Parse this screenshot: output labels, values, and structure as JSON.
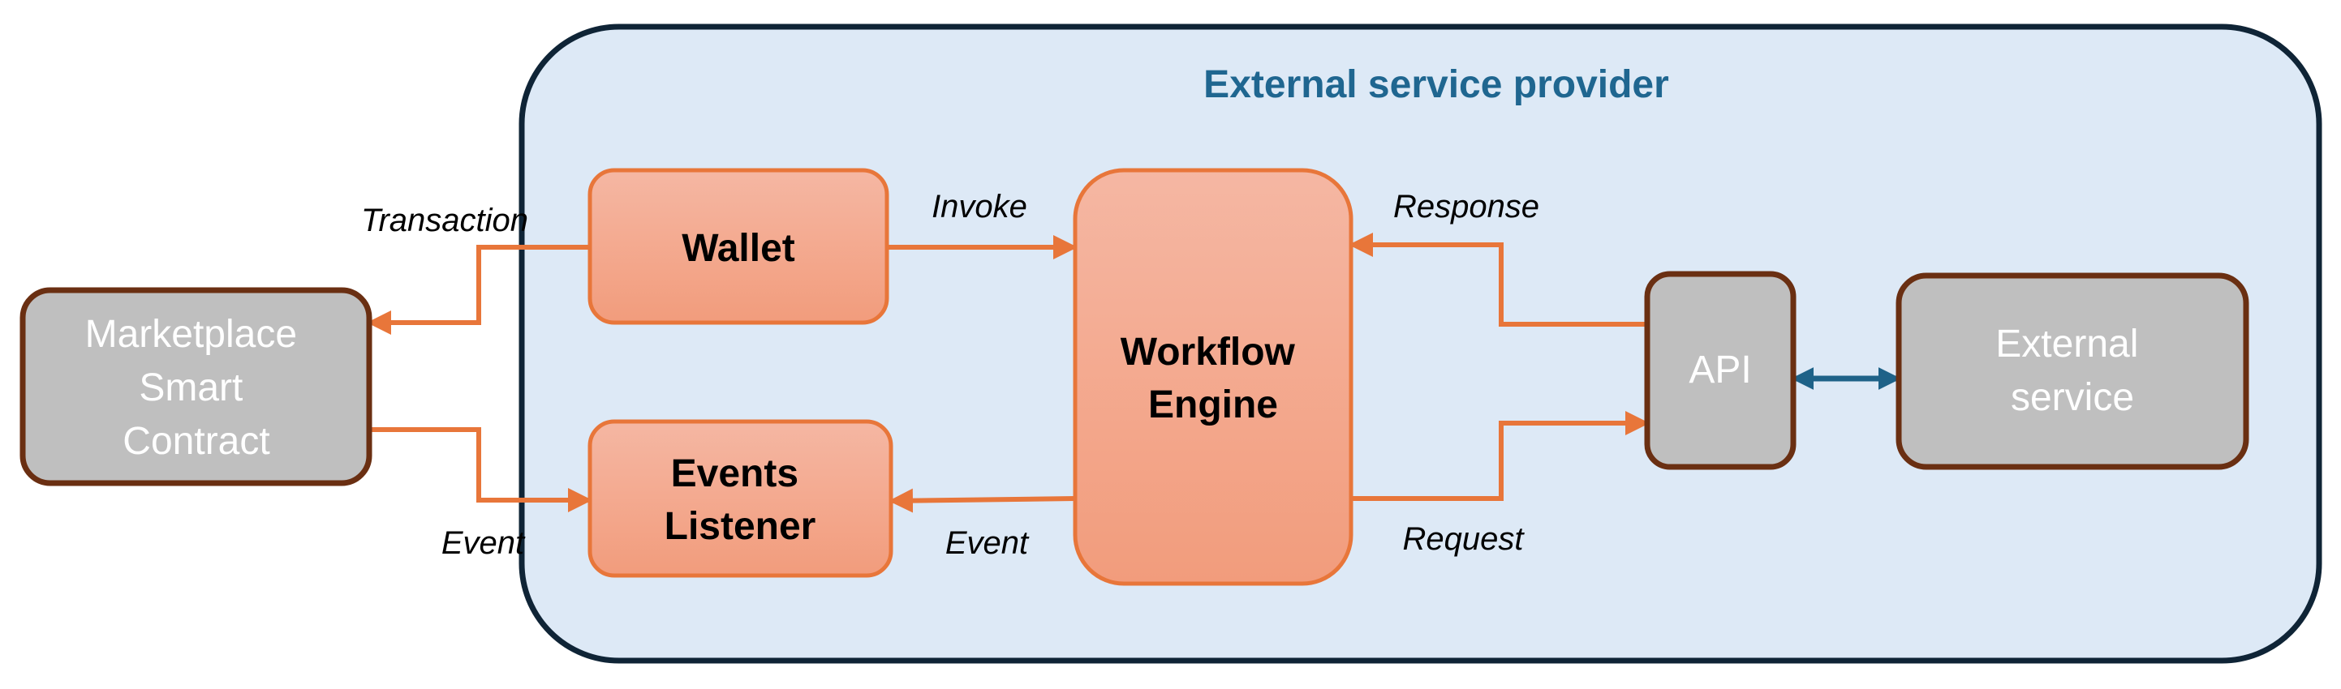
{
  "diagram": {
    "provider_title": "External service provider",
    "nodes": {
      "marketplace": {
        "lines": [
          "Marketplace",
          "Smart",
          "Contract"
        ]
      },
      "wallet": {
        "label": "Wallet"
      },
      "events_listener": {
        "lines": [
          "Events",
          "Listener"
        ]
      },
      "workflow_engine": {
        "lines": [
          "Workflow",
          "Engine"
        ]
      },
      "api": {
        "label": "API"
      },
      "external_service": {
        "lines": [
          "External",
          "service"
        ]
      }
    },
    "edge_labels": {
      "transaction": "Transaction",
      "event_left": "Event",
      "invoke": "Invoke",
      "event_mid": "Event",
      "response": "Response",
      "request": "Request"
    },
    "colors": {
      "provider_fill": "#dde9f6",
      "provider_stroke": "#0f2436",
      "title": "#1f6690",
      "orange_stroke": "#e8763a",
      "orange_fill_top": "#f5b7a3",
      "orange_fill_bottom": "#f29c7c",
      "gray_fill": "#bfbfbf",
      "gray_stroke": "#6a2f12",
      "teal_arrow": "#1e6288"
    }
  }
}
